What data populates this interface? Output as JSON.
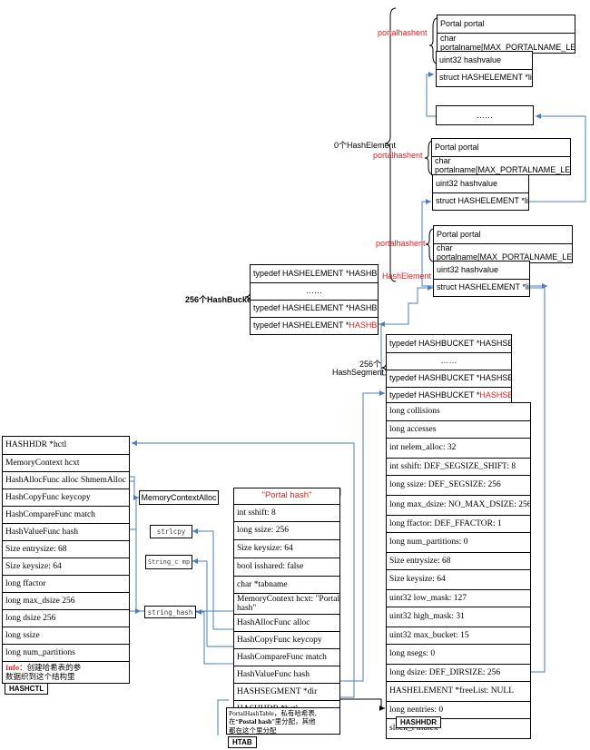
{
  "colors": {
    "link": "#4a7ebb",
    "accent": "#e02020"
  },
  "labels": {
    "portalhashent1": "portalhashent",
    "portalhashent2": "portalhashent",
    "portalhashent3": "portalhashent",
    "hashElementCount": "0个HashElement",
    "hashElement": "HashElement",
    "hashBucketCount": "256个HashBucket",
    "hashSegmentCount1": "256个",
    "hashSegmentCount2": "HashSegment"
  },
  "element1": {
    "r0": "Portal portal",
    "r1a": "char",
    "r1b": "portalname[MAX_PORTALNAME_LEN]",
    "r2": "uint32 hashvalue",
    "r3": "struct HASHELEMENT *link"
  },
  "ellipsis_box": "……",
  "element2": {
    "r0": "Portal portal",
    "r1a": "char",
    "r1b": "portalname[MAX_PORTALNAME_LEN]",
    "r2": "uint32 hashvalue",
    "r3": "struct HASHELEMENT *link"
  },
  "element3": {
    "r0": "Portal portal",
    "r1a": "char",
    "r1b": "portalname[MAX_PORTALNAME_LEN]",
    "r2": "uint32 hashvalue",
    "r3": "struct HASHELEMENT *link"
  },
  "bucket": {
    "r0": "typedef HASHELEMENT *HASHBUCKET",
    "r1": "……",
    "r2": "typedef HASHELEMENT *HASHBUCKET",
    "r3a": "typedef HASHELEMENT *",
    "r3b": "HASHBUCKET"
  },
  "segment": {
    "r0": "typedef HASHBUCKET *HASHSEGMENT",
    "r1": "……",
    "r2": "typedef HASHBUCKET *HASHSEGMENT",
    "r3a": "typedef HASHBUCKET *",
    "r3b": "HASHSEGMENT"
  },
  "hashhdr": [
    "long collisions",
    "long accesses",
    "int nelem_alloc: 32",
    "int sshift: DEF_SEGSIZE_SHIFT: 8",
    "long ssize: DEF_SEGSIZE: 256",
    "long max_dsize: NO_MAX_DSIZE: 256",
    "long ffactor: DEF_FFACTOR: 1",
    "long num_partitions: 0",
    "Size entrysize: 68",
    "Size keysize: 64",
    "uint32 low_mask: 127",
    "uint32 high_mask: 31",
    "uint32 max_bucket: 15",
    "long nsegs: 0",
    "long dsize: DEF_DIRSIZE: 256",
    "HASHELEMENT *freeList: NULL",
    "long nentries: 0",
    "slock_t mutex"
  ],
  "hashhdr_tag": "HASHHDR",
  "hashctl": [
    "HASHHDR     *hctl",
    "MemoryContext hcxt",
    "HashAllocFunc alloc ShmemAlloc",
    "HashCopyFunc keycopy",
    "HashCompareFunc match",
    "HashValueFunc hash",
    "Size entrysize: 68",
    "Size keysize: 64",
    "long ffactor",
    "long max_dsize 256",
    "long dsize 256",
    "long ssize",
    "long num_partitions"
  ],
  "hashctl_info_bold": "Info",
  "hashctl_info_text": "：创建哈希表的参",
  "hashctl_info_text2": "数据织到这个结构里",
  "hashctl_tag": "HASHCTL",
  "htab": {
    "r0": "\"Portal hash\"",
    "r1": "int sshift: 8",
    "r2": "long ssize: 256",
    "r3": "Size keysize: 64",
    "r4": "bool isshared: false",
    "r5": "char *tabname",
    "r6a": "MemoryContext hcxt: \"Portal",
    "r6b": "hash\"",
    "r7": "HashAllocFunc alloc",
    "r8": "HashCopyFunc keycopy",
    "r9": "HashCompareFunc match",
    "r10": "HashValueFunc hash",
    "r11": "HASHSEGMENT *dir",
    "r12": "HASHHDR *hctl"
  },
  "htab_note1": "PortalHashTable，私有哈希表,",
  "htab_note2a": "在“",
  "htab_note2b": "Postal hash",
  "htab_note2c": "”里分配，其他",
  "htab_note3": "都在这个里分配",
  "htab_tag": "HTAB",
  "mcx": "MemoryContextAlloc",
  "funcs": {
    "strlcpy": "strlcpy",
    "string_cmp": "String_c mp",
    "string_hash": "string_hash"
  }
}
